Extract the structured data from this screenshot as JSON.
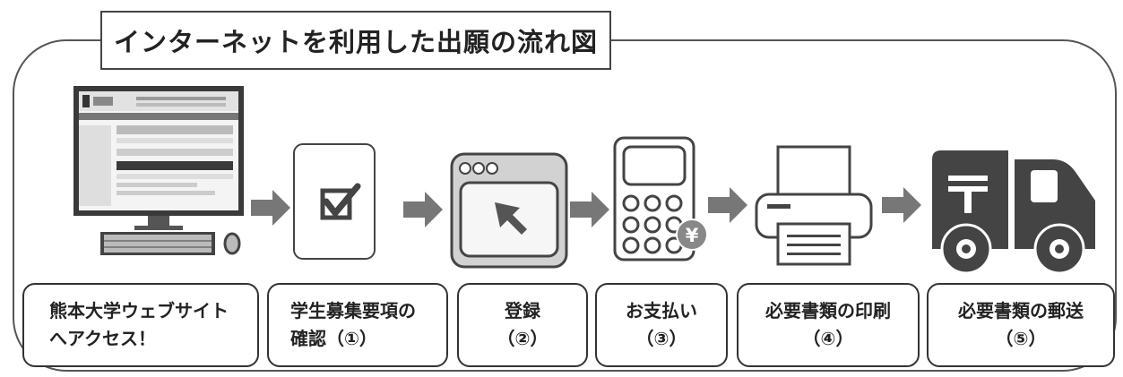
{
  "title": "インターネットを利用した出願の流れ図",
  "steps": [
    {
      "label": "熊本大学ウェブサイト\nへアクセス！",
      "icon": "computer-icon"
    },
    {
      "label": "学生募集要項の\n確認（①）",
      "icon": "checkbox-icon"
    },
    {
      "label": "登録\n（②）",
      "icon": "browser-icon"
    },
    {
      "label": "お支払い\n（③）",
      "icon": "calculator-icon"
    },
    {
      "label": "必要書類の印刷\n（④）",
      "icon": "printer-icon"
    },
    {
      "label": "必要書類の郵送\n（⑤）",
      "icon": "postal-truck-icon"
    }
  ],
  "arrow_icon": "right-arrow-icon",
  "calculator_symbol": "¥"
}
